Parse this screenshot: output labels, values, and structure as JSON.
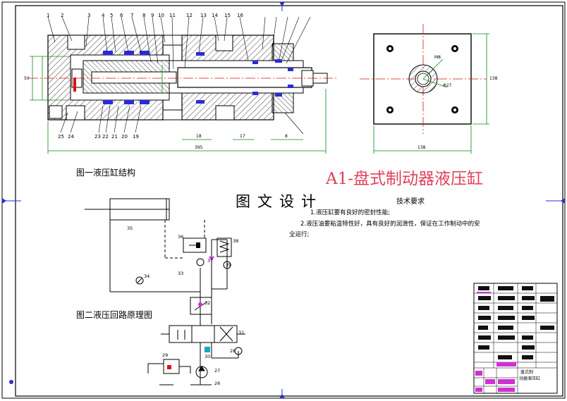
{
  "drawing": {
    "main_title": "A1-盘式制动器液压缸",
    "subtitle": "图文设计",
    "figure1_caption": "图一液压缸结构",
    "figure2_caption": "图二液压回路原理图",
    "tech_requirements": {
      "heading": "技术要求",
      "item1": "1.液压缸要有良好的密封性能;",
      "item2": "2.液压油要粘温特性好，具有良好的润滑性，保证在工作制动中的安",
      "item2_cont": "全运行;"
    }
  },
  "part_numbers": [
    "1",
    "2",
    "3",
    "4",
    "5",
    "6",
    "7",
    "8",
    "9",
    "10",
    "11",
    "12",
    "13",
    "14",
    "15",
    "16",
    "25",
    "24",
    "23",
    "22",
    "21",
    "20",
    "19",
    "18",
    "17"
  ],
  "dimensions": {
    "overall_length": "395",
    "dim_18": "18",
    "dim_17": "17",
    "dim_8": "8",
    "height_left": "50",
    "side_width": "138",
    "side_height": "138",
    "side_small_1": "M8",
    "side_small_2": "Φ27"
  },
  "valve_labels": [
    "35",
    "36",
    "38",
    "37",
    "39",
    "33",
    "34",
    "32",
    "31",
    "29",
    "30",
    "28",
    "27",
    "26"
  ],
  "title_block": {
    "name": "盘式制动器液压缸",
    "short_name": "盘式制",
    "sub_name": "动器液压缸"
  },
  "colors": {
    "frame": "#000000",
    "seal": "#2b2bd6",
    "center_line": "#d11",
    "dim_line": "#0a8a0a",
    "magenta": "#d12fd6",
    "cyan": "#1aa6c8",
    "hatch": "#444444"
  }
}
